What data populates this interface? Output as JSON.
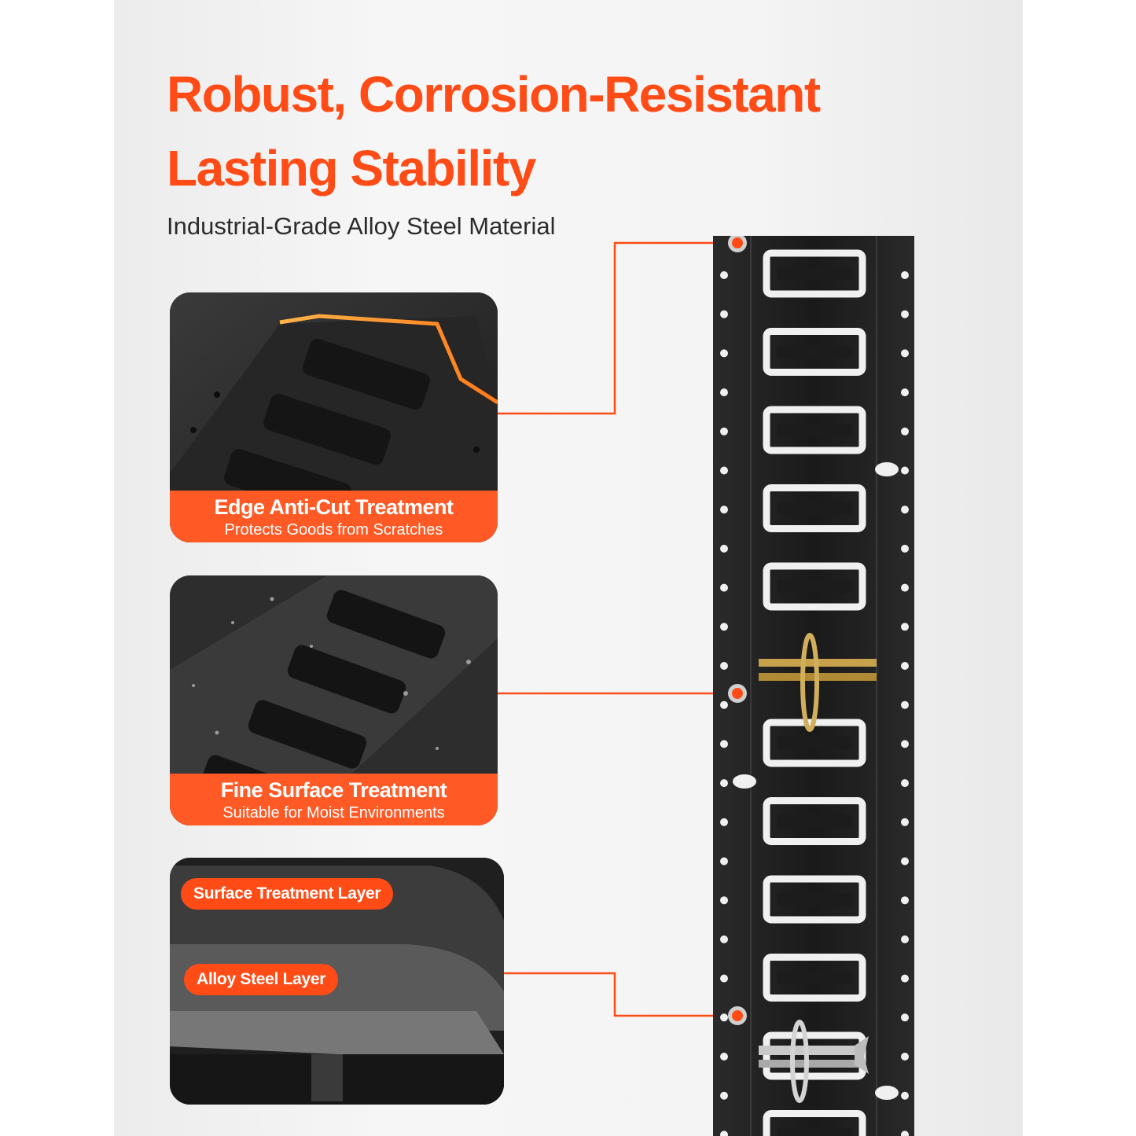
{
  "heading": {
    "line1": "Robust, Corrosion-Resistant",
    "line2": "Lasting Stability",
    "subtitle": "Industrial-Grade Alloy Steel Material"
  },
  "features": [
    {
      "title": "Edge Anti-Cut Treatment",
      "caption": "Protects Goods from Scratches"
    },
    {
      "title": "Fine Surface Treatment",
      "caption": "Suitable for Moist Environments"
    }
  ],
  "layers": {
    "surface": "Surface Treatment Layer",
    "alloy": "Alloy Steel Layer"
  },
  "colors": {
    "accent": "#ff4c17",
    "band": "#ff5a26",
    "rail": "#1f1f1f",
    "panel": "#f2f2f2"
  }
}
